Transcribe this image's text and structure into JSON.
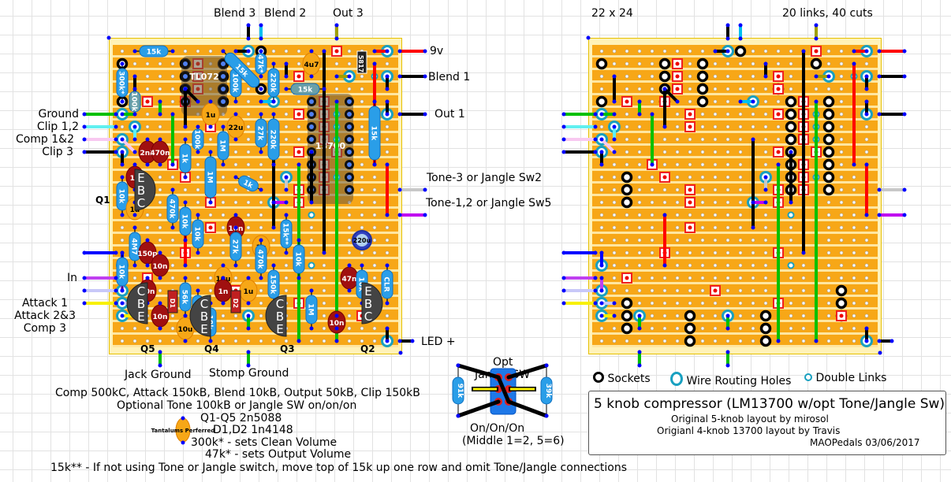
{
  "left_board": {
    "top_labels": [
      "Blend 3",
      "Blend 2",
      "Out 3"
    ],
    "right_labels": [
      "9v",
      "Blend 1",
      "Out 1",
      "Tone-3 or Jangle Sw2",
      "Tone-1,2 or Jangle Sw5",
      "LED +"
    ],
    "left_labels": [
      "Ground",
      "Clip 1,2",
      "Comp 1&2",
      "Clip 3",
      "In",
      "Attack 1",
      "Attack 2&3",
      "Comp 3"
    ],
    "bottom_labels": [
      "Jack Ground",
      "Stomp Ground"
    ],
    "transistor_labels": [
      "Q1",
      "Q2",
      "Q3",
      "Q4",
      "Q5"
    ],
    "ic_labels": [
      "TL072",
      "13700"
    ],
    "components": [
      "15k",
      "300k*",
      "100k",
      "TL072",
      "100k",
      "15k",
      "47k*",
      "220k",
      "4u7",
      "5817",
      "15k",
      "1u",
      "22u",
      "2n2",
      "470n",
      "1k",
      "100k",
      "1M",
      "1M",
      "220k",
      "27k",
      "15k",
      "1u",
      "10k",
      "1u",
      "470k",
      "10k",
      "10k",
      "1k",
      "10n",
      "1u",
      "15k**",
      "10k",
      "220u",
      "4M7",
      "150p",
      "10n",
      "27k",
      "10u",
      "470k",
      "1u",
      "150k",
      "10k",
      "10n",
      "10n",
      "56k",
      "1M",
      "10k",
      "1n",
      "D1",
      "D2",
      "1M",
      "47n",
      "10k",
      "CLR",
      "10n",
      "10u"
    ],
    "wire_colors": {
      "ground": "#00c000",
      "clip12": "#60f0f0",
      "comp12": "#f8c8f0",
      "clip3": "#000000",
      "in": "#0000ff",
      "attack1": "#c040f0",
      "attack23": "#c8c8f8",
      "comp3": "#f8f000",
      "v9": "#ff0000",
      "blend2": "#00c0f0",
      "out3": "#a0a000",
      "tone3": "#c8c8c8",
      "tone12": "#c000f0"
    }
  },
  "right_board": {
    "size_label": "22 x 24",
    "links_label": "20 links, 40 cuts"
  },
  "switch": {
    "title_line1": "Opt",
    "title_line2": "Jangle SW",
    "resistor_left": "91k",
    "resistor_right": "39k",
    "mode_line1": "On/On/On",
    "mode_line2": "(Middle 1=2, 5=6)"
  },
  "legend": {
    "sockets": "Sockets",
    "wire_holes": "Wire Routing Holes",
    "double_links": "Double Links"
  },
  "title_box": {
    "title": "5 knob compressor (LM13700 w/opt Tone/Jangle Sw)",
    "line1": "Original 5-knob layout by mirosol",
    "line2": "Origianl 4-knob 13700 layout by Travis",
    "line3": "MAOPedals 03/06/2017"
  },
  "notes": {
    "pots": "Comp 500kC, Attack 150kB, Blend 10kB, Output 50kB, Clip 150kB",
    "tone": "Optional Tone 100kB or Jangle SW on/on/on",
    "transistors": "Q1-Q5  2n5088",
    "diodes": "D1,D2 1n4148",
    "clean": "300k* - sets Clean Volume",
    "output": "47k* - sets Output Volume",
    "footnote": "15k** - If not using Tone or Jangle switch, move top of 15k up one row and omit Tone/Jangle connections",
    "tantalum": "Tantalums Perferred"
  }
}
